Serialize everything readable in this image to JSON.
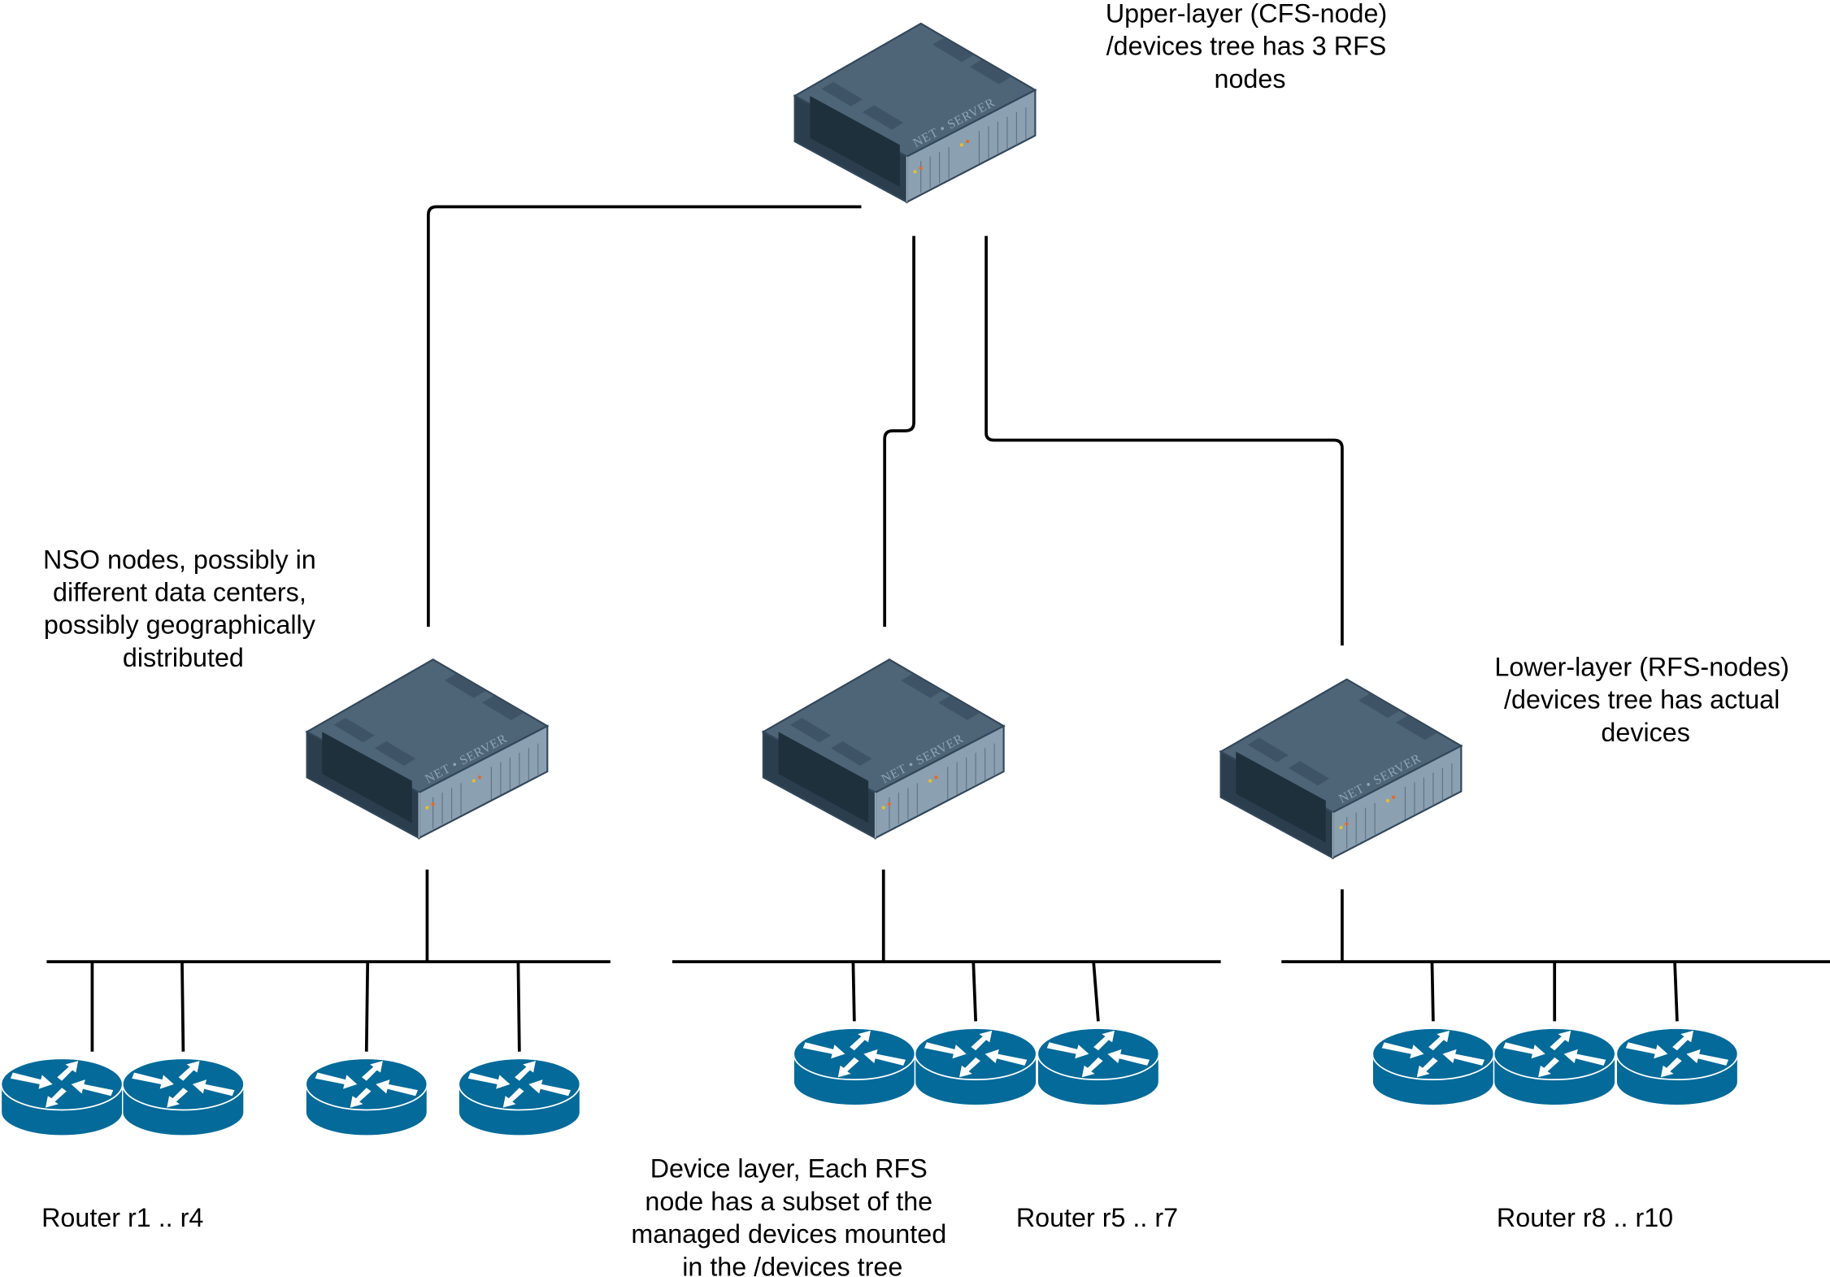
{
  "colors": {
    "router": "#036A9A",
    "server_top": "#4E6577",
    "server_side": "#2B3E4D",
    "server_front": "#8BA0B1",
    "wire": "#000000"
  },
  "labels": {
    "upper_layer": [
      "Upper-layer (CFS-node)",
      "/devices tree has 3 RFS",
      "nodes"
    ],
    "nso_nodes": [
      "NSO nodes, possibly in",
      "different data centers,",
      "possibly geographically",
      "distributed"
    ],
    "lower_layer": [
      "Lower-layer (RFS-nodes)",
      "/devices tree has actual",
      "devices"
    ],
    "device_layer": [
      "Device layer, Each RFS",
      "node has a subset of the",
      "managed devices mounted",
      "in the /devices tree"
    ]
  },
  "router_groups": [
    {
      "label": "Router r1 .. r4",
      "count": 4
    },
    {
      "label": "Router r5 .. r7",
      "count": 3
    },
    {
      "label": "Router r8 .. r10",
      "count": 3
    }
  ],
  "servers": {
    "icon": "net-server-icon",
    "brand_text": "NET • SERVER"
  }
}
